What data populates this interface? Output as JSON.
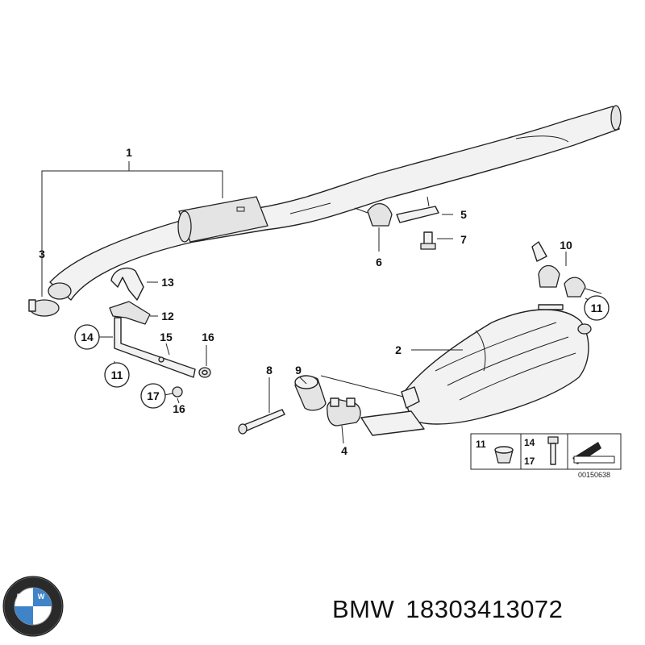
{
  "labels": {
    "p1": "1",
    "p2": "2",
    "p3": "3",
    "p4": "4",
    "p5": "5",
    "p6": "6",
    "p7": "7",
    "p8": "8",
    "p9": "9",
    "p10": "10",
    "p11a": "11",
    "p11b": "11",
    "p12": "12",
    "p13": "13",
    "p14": "14",
    "p15": "15",
    "p16a": "16",
    "p16b": "16",
    "p17": "17"
  },
  "legend": {
    "a": "11",
    "b": "14",
    "c": "17",
    "code": "00150638"
  },
  "logo": {
    "letters": "BMW"
  },
  "footer": {
    "brand": "BMW",
    "part_number": "18303413072"
  }
}
